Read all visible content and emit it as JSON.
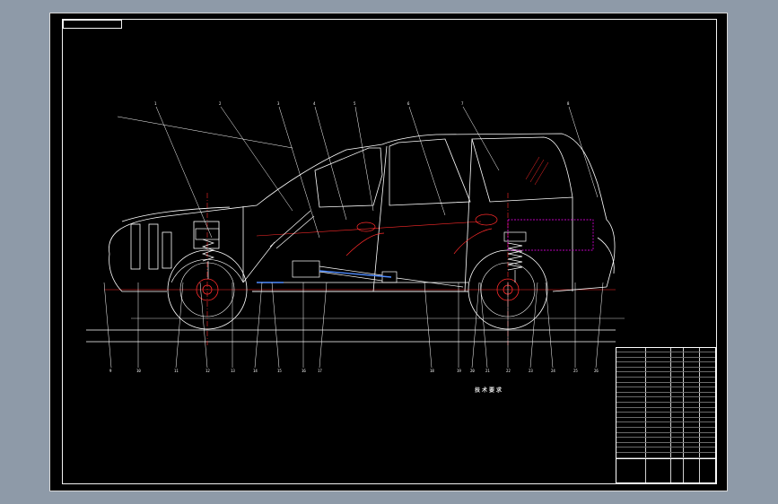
{
  "drawing": {
    "title_tab": "",
    "colors": {
      "background": "#000000",
      "outline": "#ffffff",
      "centerline": "#ff2a2a",
      "axle": "#ff2a2a",
      "frame_blue": "#4f8cff",
      "fuel_tank": "#ff00ff",
      "window_hatch": "#ff2a2a"
    }
  },
  "callouts": {
    "top": [
      "1",
      "2",
      "3",
      "4",
      "5",
      "6",
      "7",
      "8"
    ],
    "bottom": [
      "9",
      "10",
      "11",
      "12",
      "13",
      "14",
      "15",
      "16",
      "17",
      "18",
      "19",
      "20",
      "21",
      "22",
      "23",
      "24",
      "25",
      "26"
    ]
  },
  "notes": {
    "heading": "技术要求",
    "lines": [
      "",
      "",
      "",
      "",
      "",
      "",
      "",
      "",
      "",
      "",
      "",
      "",
      "",
      "",
      "",
      "",
      "",
      "",
      "",
      ""
    ]
  },
  "parts_table": {
    "rows": 22
  },
  "title_block": {
    "name": "",
    "code": "",
    "label_1": "",
    "label_2": ""
  }
}
